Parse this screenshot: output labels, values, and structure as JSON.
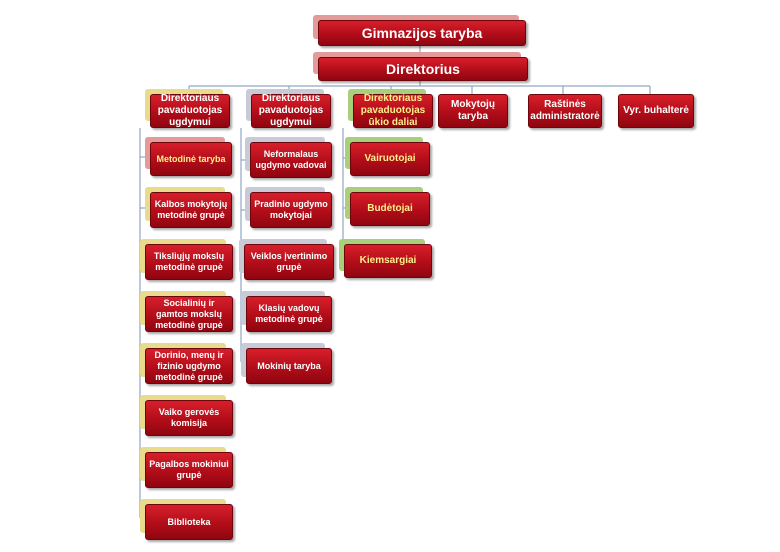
{
  "nodes": {
    "taryba": "Gimnazijos  taryba",
    "direktorius": "Direktorius",
    "pav_ugdymui_1": "Direktoriaus pavaduotojas ugdymui",
    "pav_ugdymui_2": "Direktoriaus pavaduotojas ugdymui",
    "pav_ukio": "Direktoriaus pavaduotojas ūkio daliai",
    "mokytoju_taryba": "Mokytojų taryba",
    "rastines": "Raštinės administratorė",
    "buhaltere": "Vyr. buhalterė",
    "metodine_taryba": "Metodinė taryba",
    "kalbos": "Kalbos mokytojų metodinė grupė",
    "tiksliuju": "Tiksliųjų mokslų metodinė grupė",
    "socialiniu": "Socialinių ir gamtos mokslų metodinė grupė",
    "dorinio": "Dorinio, menų ir fizinio ugdymo metodinė grupė",
    "vaiko": "Vaiko gerovės komisija",
    "pagalbos": "Pagalbos mokiniui grupė",
    "biblioteka": "Biblioteka",
    "neformalaus": "Neformalaus ugdymo vadovai",
    "pradinio": "Pradinio ugdymo mokytojai",
    "veiklos": "Veiklos įvertinimo grupė",
    "klasiu": "Klasių vadovų metodinė grupė",
    "mokiniu": "Mokinių taryba",
    "vairuotojai": "Vairuotojai",
    "budetojai": "Budėtojai",
    "kiemsargiai": "Kiemsargiai"
  },
  "colors": {
    "box": "#b10d19",
    "line": "#8fa6c4",
    "accent_text": "#ffef8a"
  }
}
